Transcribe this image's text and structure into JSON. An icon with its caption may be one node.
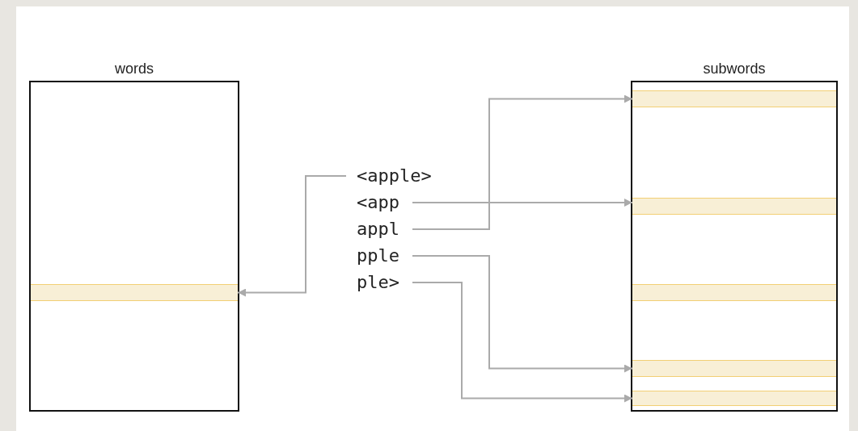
{
  "diagram": {
    "nodes": [
      {
        "text": [
          "words"
        ]
      },
      {
        "text": [],
        "shape": "bar",
        "in": 0
      },
      {
        "text": [
          "subwords"
        ]
      },
      {
        "text": [],
        "shape": "bar",
        "in": 2
      },
      {
        "text": [],
        "shape": "bar",
        "in": 2
      },
      {
        "text": [],
        "shape": "bar",
        "in": 2
      },
      {
        "text": [],
        "shape": "bar",
        "in": 2
      },
      {
        "text": [],
        "shape": "bar",
        "in": 2
      },
      {
        "text": [
          "<apple>"
        ]
      },
      {
        "text": [
          "<app"
        ]
      },
      {
        "text": [
          "appl"
        ]
      },
      {
        "text": [
          "pple"
        ]
      },
      {
        "text": [
          "ple>"
        ]
      }
    ],
    "edges": [
      {
        "from": 8,
        "to": 1,
        "arrow": "to"
      },
      {
        "from": 9,
        "to": 4,
        "arrow": "to"
      },
      {
        "from": 10,
        "to": 3,
        "arrow": "to"
      },
      {
        "from": 11,
        "to": 6,
        "arrow": "to"
      },
      {
        "from": 12,
        "to": 7,
        "arrow": "to"
      }
    ]
  }
}
